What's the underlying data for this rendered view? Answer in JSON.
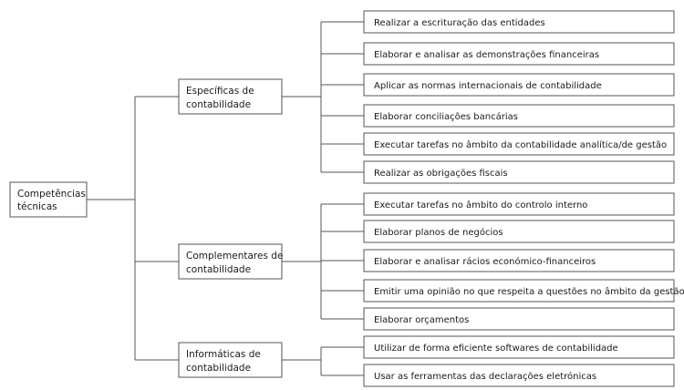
{
  "root": {
    "lines": [
      "Competências",
      "técnicas"
    ]
  },
  "groups": [
    {
      "lines": [
        "Específicas de",
        "contabilidade"
      ],
      "items": [
        "Realizar a escrituração das entidades",
        "Elaborar e analisar as demonstrações financeiras",
        "Aplicar as normas internacionais de contabilidade",
        "Elaborar conciliações bancárias",
        "Executar tarefas no âmbito da contabilidade analítica/de gestão",
        "Realizar as obrigações fiscais"
      ]
    },
    {
      "lines": [
        "Complementares de",
        "contabilidade"
      ],
      "items": [
        "Executar tarefas no âmbito do controlo interno",
        "Elaborar planos de negócios",
        "Elaborar e analisar rácios económico-financeiros",
        "Emitir uma opinião no que respeita a questões no âmbito da gestão",
        "Elaborar orçamentos"
      ]
    },
    {
      "lines": [
        "Informáticas de",
        "contabilidade"
      ],
      "items": [
        "Utilizar de forma eficiente softwares de contabilidade",
        "Usar as ferramentas das declarações eletrónicas"
      ]
    }
  ]
}
